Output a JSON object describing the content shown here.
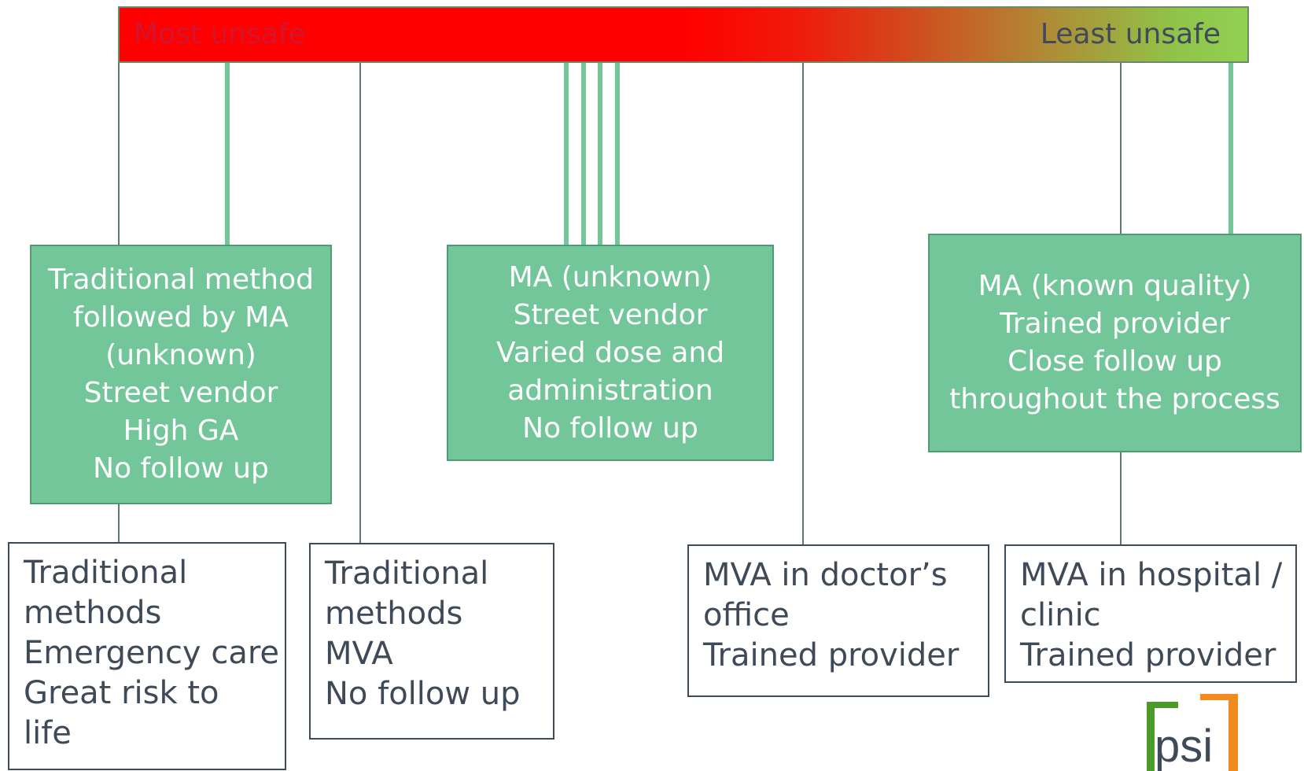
{
  "scale": {
    "left_label": "Most unsafe",
    "right_label": "Least unsafe",
    "gradient_colors": [
      "#ff0000",
      "#92d050"
    ]
  },
  "green_boxes": [
    {
      "lines": [
        "Traditional method",
        "followed by MA",
        "(unknown)",
        "Street vendor",
        "High GA",
        "No follow up"
      ]
    },
    {
      "lines": [
        "MA (unknown)",
        "Street vendor",
        "Varied dose and",
        "administration",
        "No follow up"
      ]
    },
    {
      "lines": [
        "MA (known quality)",
        "Trained provider",
        "Close follow up",
        "throughout the process"
      ]
    }
  ],
  "white_boxes": [
    {
      "lines": [
        "Traditional",
        "methods",
        "Emergency care",
        "Great risk to",
        "life"
      ]
    },
    {
      "lines": [
        "Traditional",
        "methods",
        "MVA",
        "No follow up"
      ]
    },
    {
      "lines": [
        "MVA in doctor’s",
        "office",
        "Trained provider"
      ]
    },
    {
      "lines": [
        "MVA in hospital /",
        "clinic",
        "Trained provider"
      ]
    }
  ],
  "logo": {
    "text": "psi",
    "colors": [
      "#4c9a2a",
      "#f08c1e"
    ]
  },
  "colors": {
    "green_box": "#72c69a",
    "connector_thick": "#72c69a",
    "connector_thin": "#5f7a6c",
    "box_text": "#3f4a58"
  }
}
